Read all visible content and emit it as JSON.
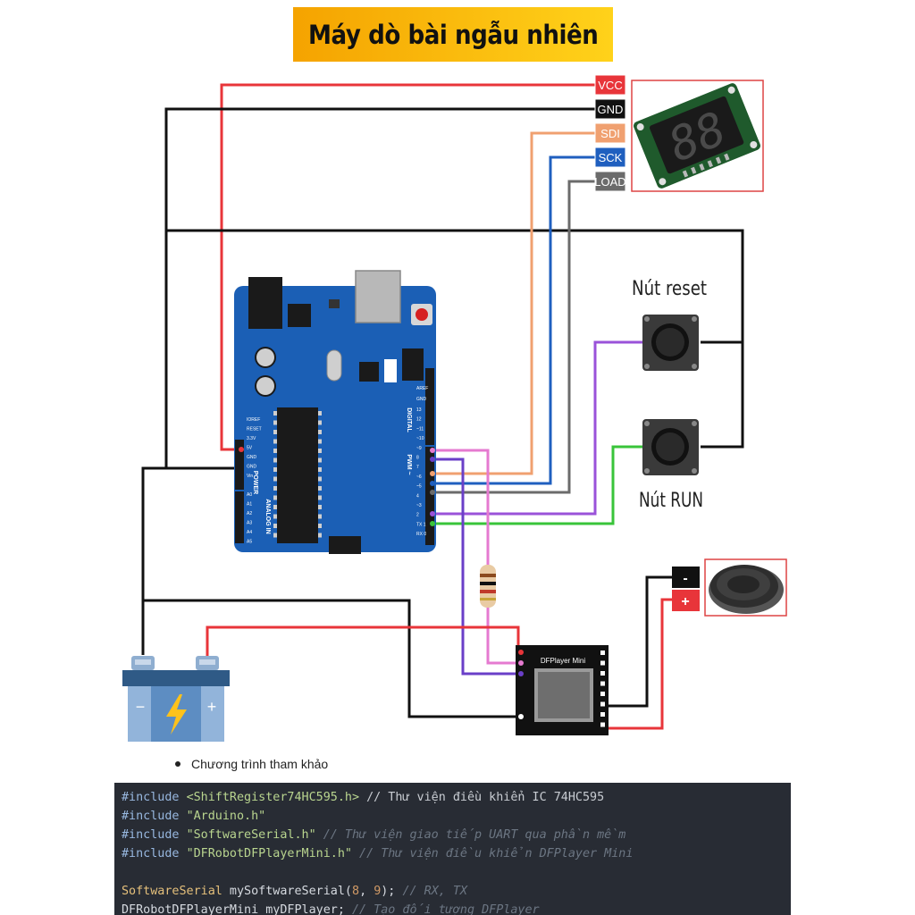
{
  "title": "Máy dò bài ngẫu nhiên",
  "display_pins": [
    "VCC",
    "GND",
    "SDI",
    "SCK",
    "LOAD"
  ],
  "pin_colors": {
    "VCC": "#e8353a",
    "GND": "#111111",
    "SDI": "#f0a070",
    "SCK": "#1f5fbf",
    "LOAD": "#6b6b6b"
  },
  "seven_segment_digits": "88",
  "button_labels": {
    "reset": "Nút reset",
    "run": "Nút RUN"
  },
  "speaker_terminals": {
    "negative": "-",
    "positive": "+"
  },
  "dfplayer_label": "DFPlayer Mini",
  "arduino_labels": {
    "power": "POWER",
    "analog": "ANALOG IN",
    "digital": "DIGITAL",
    "pwm": "PWM ~",
    "aref": "AREF",
    "gnd": "GND",
    "power_pins": [
      "IOREF",
      "RESET",
      "3.3V",
      "5V",
      "GND",
      "GND",
      "Vin"
    ],
    "analog_pins": [
      "A0",
      "A1",
      "A2",
      "A3",
      "A4",
      "A5"
    ],
    "digital_pins": [
      "13",
      "12",
      "~11",
      "~10",
      "~9",
      "8",
      "7",
      "~6",
      "~5",
      "4",
      "~3",
      "2",
      "TX 1",
      "RX 0"
    ]
  },
  "battery_terminals": {
    "negative": "−",
    "positive": "+"
  },
  "bullet_text": "Chương trình tham khảo",
  "code_lines": [
    [
      {
        "t": "#include ",
        "c": "kw"
      },
      {
        "t": "<ShiftRegister74HC595.h>",
        "c": "str"
      },
      {
        "t": " // Thư viện điều khiển IC 74HC595",
        "c": "cm-strong"
      }
    ],
    [
      {
        "t": "#include ",
        "c": "kw"
      },
      {
        "t": "\"Arduino.h\"",
        "c": "str"
      }
    ],
    [
      {
        "t": "#include ",
        "c": "kw"
      },
      {
        "t": "\"SoftwareSerial.h\"",
        "c": "str"
      },
      {
        "t": " // Thư viện giao tiếp UART qua phần mềm",
        "c": "cm"
      }
    ],
    [
      {
        "t": "#include ",
        "c": "kw"
      },
      {
        "t": "\"DFRobotDFPlayerMini.h\"",
        "c": "str"
      },
      {
        "t": " // Thư viện điều khiển DFPlayer Mini",
        "c": "cm"
      }
    ],
    [],
    [
      {
        "t": "SoftwareSerial",
        "c": "ty"
      },
      {
        "t": " mySoftwareSerial(",
        "c": "pl"
      },
      {
        "t": "8",
        "c": "num"
      },
      {
        "t": ", ",
        "c": "pl"
      },
      {
        "t": "9",
        "c": "num"
      },
      {
        "t": "); ",
        "c": "pl"
      },
      {
        "t": "// RX, TX",
        "c": "cm"
      }
    ],
    [
      {
        "t": "DFRobotDFPlayerMini",
        "c": "pl"
      },
      {
        "t": " myDFPlayer; ",
        "c": "pl"
      },
      {
        "t": "// Tạo đối tượng DFPlayer",
        "c": "cm"
      }
    ]
  ]
}
